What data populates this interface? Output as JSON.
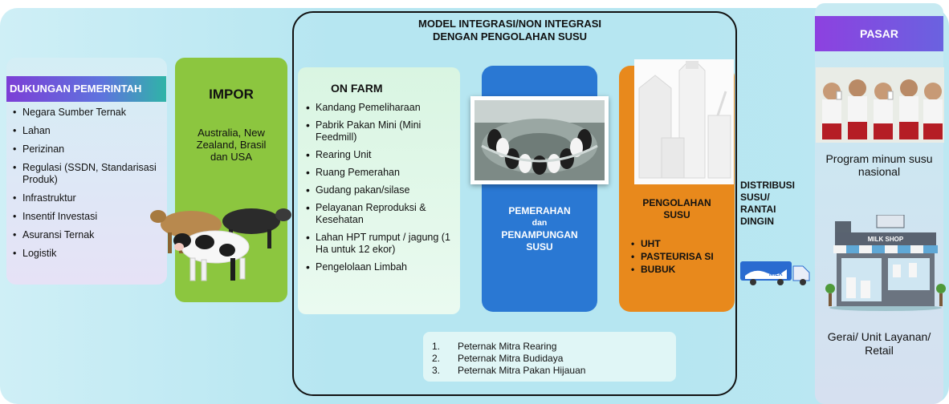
{
  "gov": {
    "title": "DUKUNGAN PEMERINTAH",
    "items": [
      "Negara Sumber Ternak",
      "Lahan",
      "Perizinan",
      "Regulasi (SSDN, Standarisasi Produk)",
      "Infrastruktur",
      "Insentif Investasi",
      "Asuransi Ternak",
      "Logistik"
    ]
  },
  "impor": {
    "title": "IMPOR",
    "text": "Australia, New Zealand, Brasil dan USA"
  },
  "model": {
    "title_line1": "MODEL INTEGRASI/NON INTEGRASI",
    "title_line2": "DENGAN PENGOLAHAN SUSU"
  },
  "onfarm": {
    "title": "ON FARM",
    "items": [
      "Kandang Pemeliharaan",
      "Pabrik Pakan Mini (Mini Feedmill)",
      "Rearing Unit",
      "Ruang Pemerahan",
      "Gudang pakan/silase",
      "Pelayanan Reproduksi & Kesehatan",
      "Lahan HPT rumput / jagung (1 Ha untuk 12 ekor)",
      "Pengelolaan Limbah"
    ]
  },
  "pemerahan": {
    "line1": "PEMERAHAN",
    "line2": "dan",
    "line3": "PENAMPUNGAN",
    "line4": "SUSU"
  },
  "pengolahan": {
    "title_line1": "PENGOLAHAN",
    "title_line2": "SUSU",
    "items": [
      "UHT",
      "PASTEURISA SI",
      "BUBUK"
    ]
  },
  "mitra": {
    "items": [
      {
        "num": "1.",
        "label": "Peternak Mitra Rearing"
      },
      {
        "num": "2.",
        "label": "Peternak Mitra Budidaya"
      },
      {
        "num": "3.",
        "label": "Peternak Mitra Pakan Hijauan"
      }
    ]
  },
  "distribusi": {
    "line1": "DISTRIBUSI",
    "line2": "SUSU/",
    "line3": "RANTAI",
    "line4": "DINGIN",
    "truck_label": "MILK"
  },
  "pasar": {
    "title": "PASAR",
    "program": "Program minum susu nasional",
    "retail": "Gerai/ Unit Layanan/ Retail",
    "shop_sign": "MILK SHOP"
  },
  "colors": {
    "impor": "#8cc63f",
    "pemerahan": "#2a78d3",
    "pengolahan": "#e8891c",
    "header_purple": "#7c3ed6"
  }
}
